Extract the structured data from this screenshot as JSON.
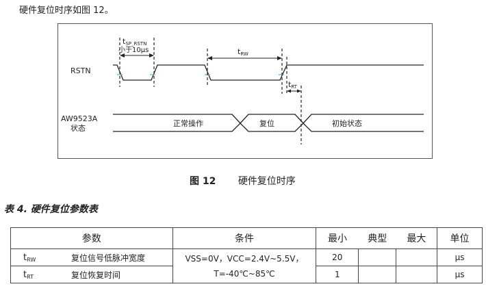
{
  "intro": "硬件复位时序如图 12。",
  "diagram": {
    "signal_rstn": "RSTN",
    "signal_chip_line1": "AW9523A",
    "signal_chip_line2": "状态",
    "state_normal": "正常操作",
    "state_reset": "复位",
    "state_init": "初始状态",
    "tsp_base": "t",
    "tsp_sub": "SP_RSTN",
    "tsp_note": "小于10μs",
    "trw_base": "t",
    "trw_sub": "RW",
    "trt_base": "t",
    "trt_sub": "RT"
  },
  "figure_caption": {
    "number": "图 12",
    "title": "硬件复位时序"
  },
  "table_title": "表 4.  硬件复位参数表",
  "table": {
    "headers": {
      "param": "参数",
      "condition": "条件",
      "min": "最小",
      "typ": "典型",
      "max": "最大",
      "unit": "单位"
    },
    "condition_line1": "VSS=0V，VCC=2.4V~5.5V，",
    "condition_line2": "T=-40℃~85℃",
    "rows": [
      {
        "sym_base": "t",
        "sym_sub": "RW",
        "desc": "复位信号低脉冲宽度",
        "min": "20",
        "typ": "",
        "max": "",
        "unit": "μs"
      },
      {
        "sym_base": "t",
        "sym_sub": "RT",
        "desc": "复位恢复时间",
        "min": "1",
        "typ": "",
        "max": "",
        "unit": "μs"
      }
    ]
  }
}
